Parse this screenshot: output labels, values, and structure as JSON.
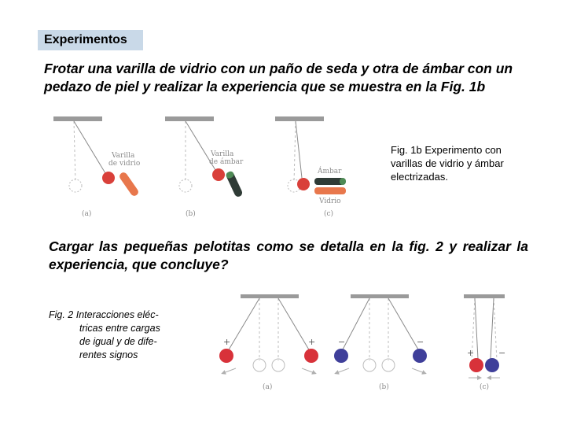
{
  "heading": "Experimentos",
  "intro": "Frotar una varilla de vidrio con un paño de seda y otra de ámbar con un pedazo de piel y realizar la experiencia que se muestra en la  Fig. 1b",
  "figure1": {
    "caption": "Fig. 1b  Experimento con varillas de vidrio y ámbar electrizadas.",
    "labels": {
      "glass_rod_line1": "Varilla",
      "glass_rod_line2": "de vidrio",
      "amber_rod_line1": "Varilla",
      "amber_rod_line2": "de ámbar",
      "amber": "Ámbar",
      "glass": "Vidrio",
      "panel_a": "(a)",
      "panel_b": "(b)",
      "panel_c": "(c)"
    },
    "colors": {
      "red_ball": "#d9403a",
      "dark_rod": "#2f3b36",
      "orange_rod": "#e8774c",
      "green_band": "#4e8a55"
    }
  },
  "paragraph2": "Cargar las pequeñas pelotitas como se detalla en la fig. 2 y realizar la experiencia,  que concluye?",
  "figure2": {
    "caption_line1": "Fig. 2 Interacciones eléc-",
    "caption_line2": "tricas entre cargas",
    "caption_line3": "de  igual  y de dife-",
    "caption_line4": "rentes signos",
    "labels": {
      "panel_a": "(a)",
      "panel_b": "(b)",
      "panel_c": "(c)",
      "plus": "+",
      "minus": "−"
    },
    "colors": {
      "red_ball": "#d8323a",
      "blue_ball": "#3f3f9a",
      "arrow": "#b0b0b0"
    }
  }
}
